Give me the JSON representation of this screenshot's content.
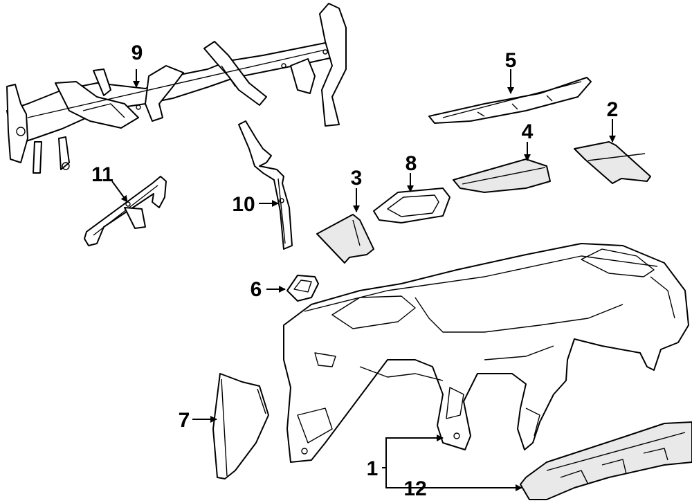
{
  "callouts": {
    "c1": "1",
    "c2": "2",
    "c3": "3",
    "c4": "4",
    "c5": "5",
    "c6": "6",
    "c7": "7",
    "c8": "8",
    "c9": "9",
    "c10": "10",
    "c11": "11",
    "c12": "12"
  },
  "colors": {
    "line": "#000000",
    "background": "#ffffff",
    "shade": "#e9e9e9"
  }
}
